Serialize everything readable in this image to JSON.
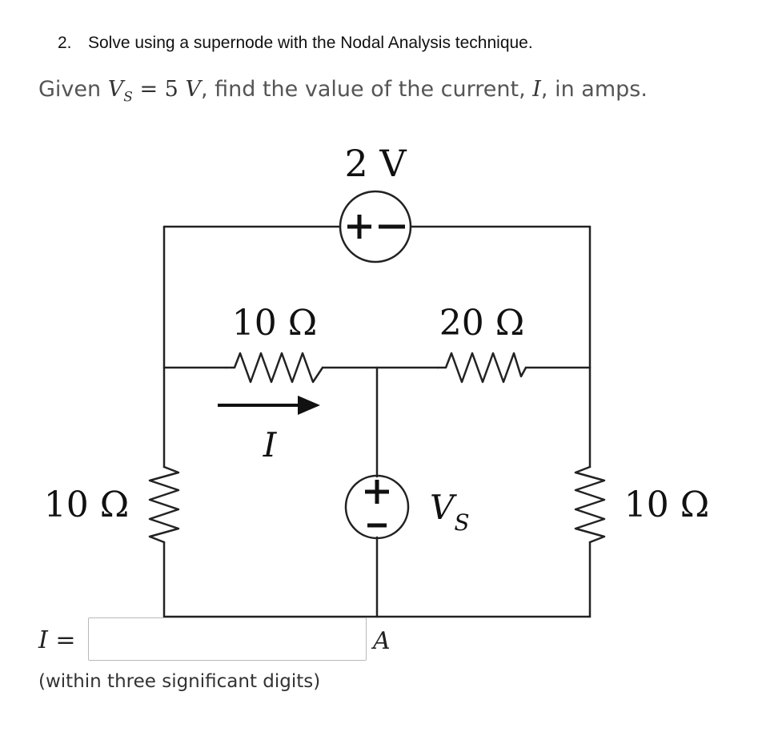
{
  "question": {
    "number": "2.",
    "text": "Solve using a supernode with the Nodal Analysis technique."
  },
  "given": {
    "prefix": "Given ",
    "vs_symbol": "V",
    "vs_subscript": "S",
    "equals": " = 5 ",
    "unit_symbol": "V",
    "middle": ", find the value of the current, ",
    "current_symbol": "I",
    "suffix": ", in amps."
  },
  "circuit": {
    "top_source_label": "2 V",
    "top_source_polarity": "+−",
    "resistor_left_top": "10 Ω",
    "resistor_right_top": "20 Ω",
    "current_label": "I",
    "center_source_label": "V",
    "center_source_subscript": "S",
    "resistor_left_vertical": "10 Ω",
    "resistor_right_vertical": "10 Ω"
  },
  "answer": {
    "label_symbol": "I",
    "label_equals": " =",
    "input_value": "",
    "unit": "A",
    "hint": "(within three significant digits)"
  }
}
